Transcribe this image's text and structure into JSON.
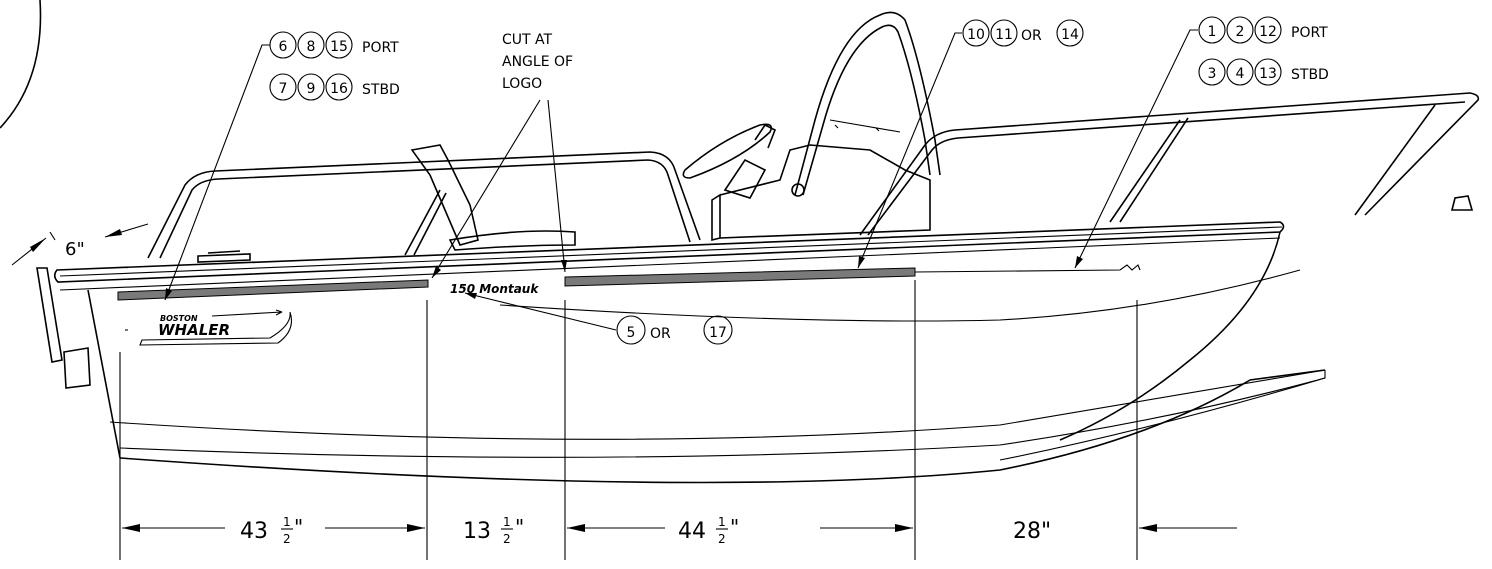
{
  "callouts": {
    "top_left_port": {
      "nums": [
        "6",
        "8",
        "15"
      ],
      "side": "PORT"
    },
    "top_left_stbd": {
      "nums": [
        "7",
        "9",
        "16"
      ],
      "side": "STBD"
    },
    "cut_note": [
      "CUT AT",
      "ANGLE OF",
      "LOGO"
    ],
    "middle": {
      "nums": [
        "10",
        "11",
        "14"
      ],
      "joiner": "OR"
    },
    "top_right_port": {
      "nums": [
        "1",
        "2",
        "12"
      ],
      "side": "PORT"
    },
    "top_right_stbd": {
      "nums": [
        "3",
        "4",
        "13"
      ],
      "side": "STBD"
    },
    "logo_ref": {
      "nums": [
        "5",
        "17"
      ],
      "joiner": "OR"
    }
  },
  "decals": {
    "boston": "BOSTON",
    "whaler": "WHALER",
    "model": "150 Montauk"
  },
  "dimensions": {
    "offset": "6\"",
    "d1": {
      "whole": "43",
      "num": "1",
      "den": "2",
      "unit": "\""
    },
    "d2": {
      "whole": "13",
      "num": "1",
      "den": "2",
      "unit": "\""
    },
    "d3": {
      "whole": "44",
      "num": "1",
      "den": "2",
      "unit": "\""
    },
    "d4": "28\""
  }
}
